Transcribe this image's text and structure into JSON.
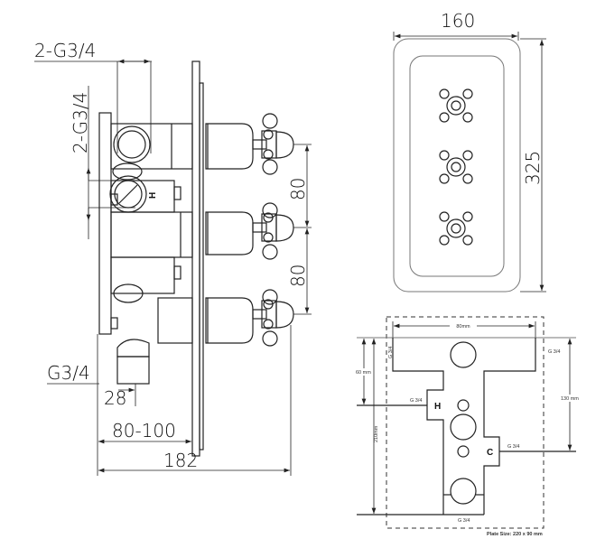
{
  "side_view": {
    "label_top_inlets": "2-G3/4",
    "label_side_inlets": "2-G3/4",
    "label_outlet": "G3/4",
    "dim_spacing_1": "80",
    "dim_spacing_2": "80",
    "dim_outlet_depth": "28",
    "dim_wall_depth": "80-100",
    "dim_total_depth": "182",
    "hot_marker": "H"
  },
  "front_view": {
    "dim_width": "160",
    "dim_height": "325"
  },
  "rough_in": {
    "dim_width": "80mm",
    "dim_top_to_hot": "60 mm",
    "dim_total_height": "210mm",
    "dim_top_to_cold": "130 mm",
    "label_top_left": "G 3/4",
    "label_top_right": "G 3/4",
    "label_hot_inlet": "G 3/4",
    "label_cold_inlet": "G 3/4",
    "label_bottom_outlet": "G 3/4",
    "hot_marker": "H",
    "cold_marker": "C",
    "plate_size": "Plate Size: 220 x 90 mm"
  }
}
